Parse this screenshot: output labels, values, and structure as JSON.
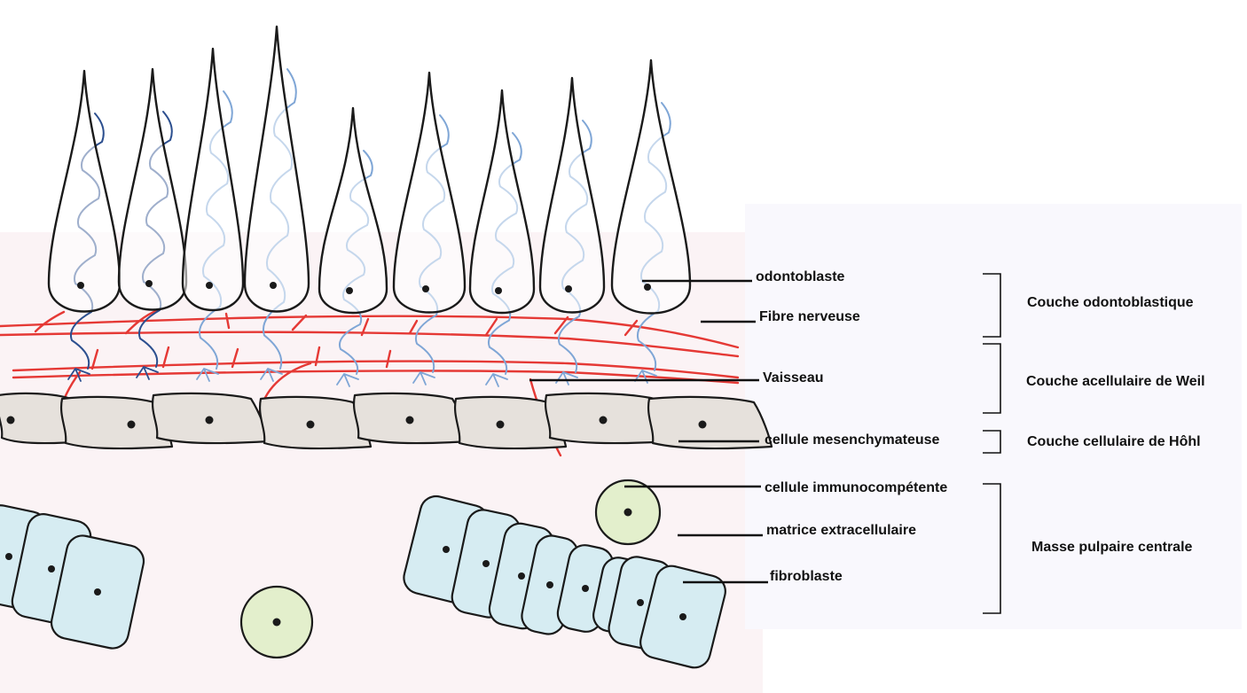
{
  "labels": {
    "odontoblaste": "odontoblaste",
    "fibre_nerveuse": "Fibre nerveuse",
    "vaisseau": "Vaisseau",
    "cellule_mesenchymateuse": "cellule mesenchymateuse",
    "cellule_immunocompetente": "cellule immunocompétente",
    "matrice_extracellulaire": "matrice extracellulaire",
    "fibroblaste": "fibroblaste"
  },
  "layers": {
    "odontoblastique": "Couche odontoblastique",
    "weil": "Couche acellulaire de Weil",
    "hohl": "Couche cellulaire de Hôhl",
    "pulpaire": "Masse pulpaire centrale"
  },
  "colors": {
    "outline": "#1a1a1a",
    "nerve_light": "#7fa6d6",
    "nerve_dark": "#2c4f8f",
    "vessel": "#e53935",
    "mesenchymal_fill": "#e6e1dc",
    "fibroblast_fill": "#d6ecf2",
    "immune_fill": "#e3efcc",
    "zone_tint": "#fbf3f5"
  }
}
